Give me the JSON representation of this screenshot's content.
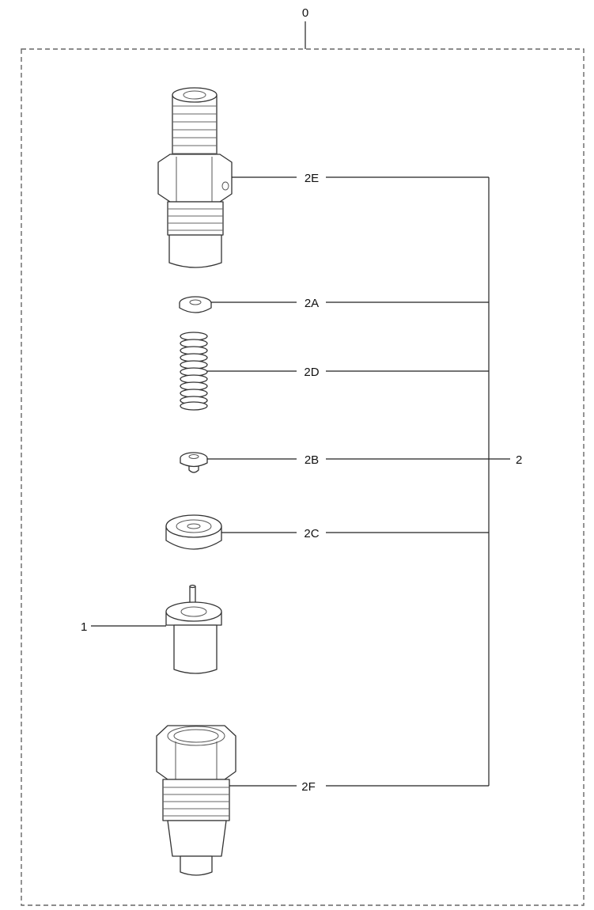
{
  "diagram": {
    "assembly_label": "0",
    "group_label": "2",
    "parts": [
      {
        "id": "2E",
        "label": "2E",
        "icon": "injector-holder-body-icon"
      },
      {
        "id": "2A",
        "label": "2A",
        "icon": "washer-icon"
      },
      {
        "id": "2D",
        "label": "2D",
        "icon": "spring-icon"
      },
      {
        "id": "2B",
        "label": "2B",
        "icon": "pressure-pin-icon"
      },
      {
        "id": "2C",
        "label": "2C",
        "icon": "spacer-icon"
      },
      {
        "id": "1",
        "label": "1",
        "icon": "nozzle-icon"
      },
      {
        "id": "2F",
        "label": "2F",
        "icon": "nozzle-nut-icon"
      }
    ],
    "colors": {
      "line": "#333333",
      "background": "#ffffff"
    }
  }
}
